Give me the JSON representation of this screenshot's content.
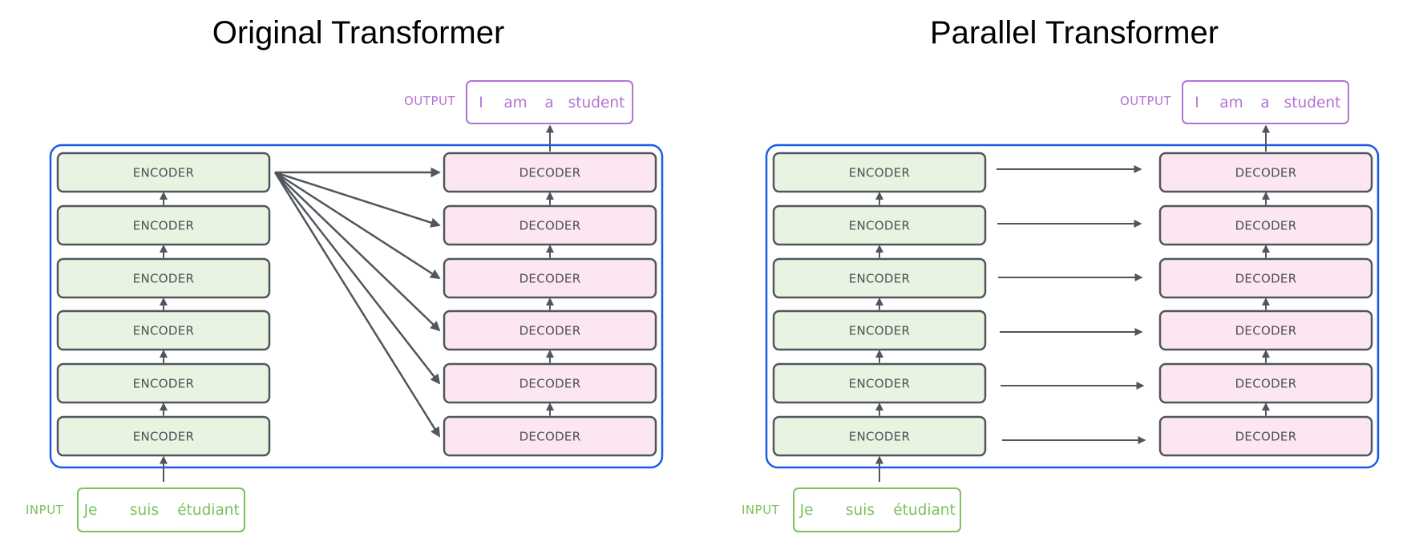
{
  "panels": [
    {
      "id": "original",
      "title": "Original Transformer",
      "wiring": "fan-out",
      "encoder_label": "ENCODER",
      "decoder_label": "DECODER",
      "layers": 6,
      "input": {
        "label": "INPUT",
        "tokens": [
          "Je",
          "suis",
          "étudiant"
        ]
      },
      "output": {
        "label": "OUTPUT",
        "tokens": [
          "I",
          "am",
          "a",
          "student"
        ]
      }
    },
    {
      "id": "parallel",
      "title": "Parallel Transformer",
      "wiring": "parallel",
      "encoder_label": "ENCODER",
      "decoder_label": "DECODER",
      "layers": 6,
      "input": {
        "label": "INPUT",
        "tokens": [
          "Je",
          "suis",
          "étudiant"
        ]
      },
      "output": {
        "label": "OUTPUT",
        "tokens": [
          "I",
          "am",
          "a",
          "student"
        ]
      }
    }
  ],
  "colors": {
    "encoder_fill": "#e8f4e1",
    "decoder_fill": "#fce6f1",
    "block_stroke": "#50565c",
    "container_stroke": "#1a5ce5",
    "arrow": "#50565c",
    "input_accent": "#7bc25b",
    "output_accent": "#b173d3",
    "title": "#000000"
  }
}
